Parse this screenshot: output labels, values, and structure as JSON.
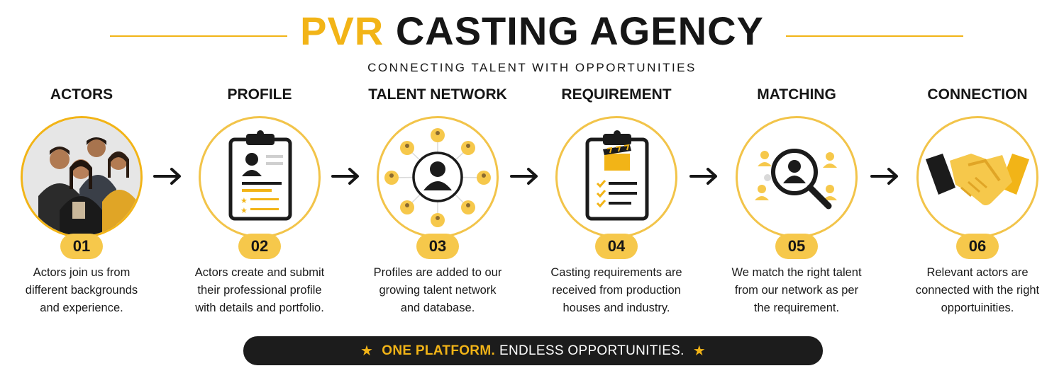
{
  "header": {
    "title_accent": "PVR",
    "title_main": "CASTING AGENCY",
    "subtitle": "CONNECTING TALENT WITH OPPORTUNITIES"
  },
  "colors": {
    "accent": "#f2b417",
    "badge": "#f6c84b",
    "dark": "#1c1c1c"
  },
  "steps": [
    {
      "title": "ACTORS",
      "number": "01",
      "icon": "actors-group-photo",
      "lines": [
        "Actors join us from",
        "different backgrounds",
        "and experience."
      ]
    },
    {
      "title": "PROFILE",
      "number": "02",
      "icon": "clipboard-profile-icon",
      "lines": [
        "Actors create and submit",
        "their professional profile",
        "with details and portfolio."
      ]
    },
    {
      "title": "TALENT NETWORK",
      "number": "03",
      "icon": "talent-network-icon",
      "lines": [
        "Profiles are added to our",
        "growing talent network",
        "and database."
      ]
    },
    {
      "title": "REQUIREMENT",
      "number": "04",
      "icon": "clipboard-requirement-icon",
      "lines": [
        "Casting requirements are",
        "received from production",
        "houses and industry."
      ]
    },
    {
      "title": "MATCHING",
      "number": "05",
      "icon": "magnifier-match-icon",
      "lines": [
        "We match the right talent",
        "from our network as per",
        "the requirement."
      ]
    },
    {
      "title": "CONNECTION",
      "number": "06",
      "icon": "handshake-icon",
      "lines": [
        "Relevant actors are",
        "connected with the right",
        "opportuinities."
      ]
    }
  ],
  "banner": {
    "accent_text": "ONE PLATFORM.",
    "main_text": "ENDLESS OPPORTUNITIES.",
    "star_icon": "star-icon"
  }
}
